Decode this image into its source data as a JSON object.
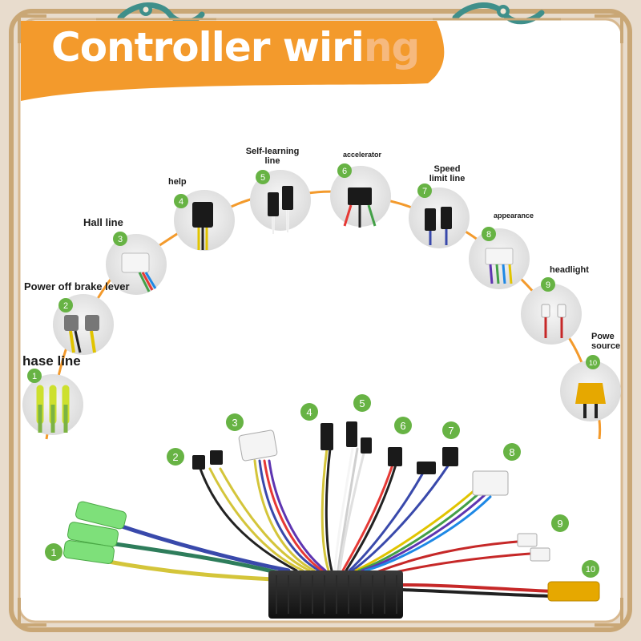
{
  "title": {
    "main": "Controller wiri",
    "tail": "ng"
  },
  "colors": {
    "orange": "#f39a2c",
    "frame_gold": "#c9a776",
    "frame_inner": "#d7b88f",
    "teal_ornament": "#3f8f8a",
    "badge_green": "#67b344",
    "panel_bg": "#ffffff"
  },
  "components": [
    {
      "num": "1",
      "label": "Phase line",
      "icon": "phase-connector-icon",
      "wire": "#8bc34a"
    },
    {
      "num": "2",
      "label": "Power off brake lever",
      "icon": "sm-connector-icon",
      "wire": "#e1c400"
    },
    {
      "num": "3",
      "label": "Hall line",
      "icon": "hall-connector-icon",
      "wire": "#e53935"
    },
    {
      "num": "4",
      "label": "help",
      "icon": "sm-connector-icon",
      "wire": "#e1c400"
    },
    {
      "num": "5",
      "label": "Self-learning line",
      "icon": "sm-connector-icon",
      "wire": "#ffffff"
    },
    {
      "num": "6",
      "label": "accelerator",
      "icon": "sm-connector-icon",
      "wire": "#e53935"
    },
    {
      "num": "7",
      "label": "Speed limit line",
      "icon": "sm-connector-icon",
      "wire": "#3949ab"
    },
    {
      "num": "8",
      "label": "appearance",
      "icon": "jst-connector-icon",
      "wire": "#5e35b1"
    },
    {
      "num": "9",
      "label": "headlight",
      "icon": "jst-connector-icon",
      "wire": "#c62828"
    },
    {
      "num": "10",
      "label": "Power source",
      "icon": "xt60-connector-icon",
      "wire": "#212121"
    }
  ],
  "lines": {
    "l2": "Power off brake lever",
    "l3": "Hall line",
    "l4": "help",
    "l5a": "Self-learning",
    "l5b": "line",
    "l6": "accelerator",
    "l7a": "Speed",
    "l7b": "limit line",
    "l8": "appearance",
    "l9": "headlight",
    "l10a": "Powe",
    "l10b": "source",
    "l1": "hase line"
  }
}
